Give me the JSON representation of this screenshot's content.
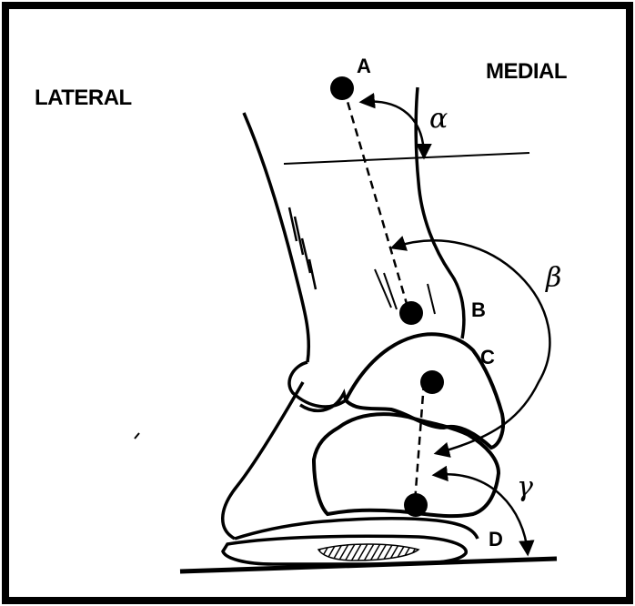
{
  "labels": {
    "lateral": "LATERAL",
    "medial": "MEDIAL"
  },
  "points": {
    "a": "A",
    "b": "B",
    "c": "C",
    "d": "D"
  },
  "angles": {
    "alpha": "α",
    "beta": "β",
    "gamma": "γ"
  },
  "colors": {
    "ink": "#000000",
    "background": "#ffffff"
  }
}
